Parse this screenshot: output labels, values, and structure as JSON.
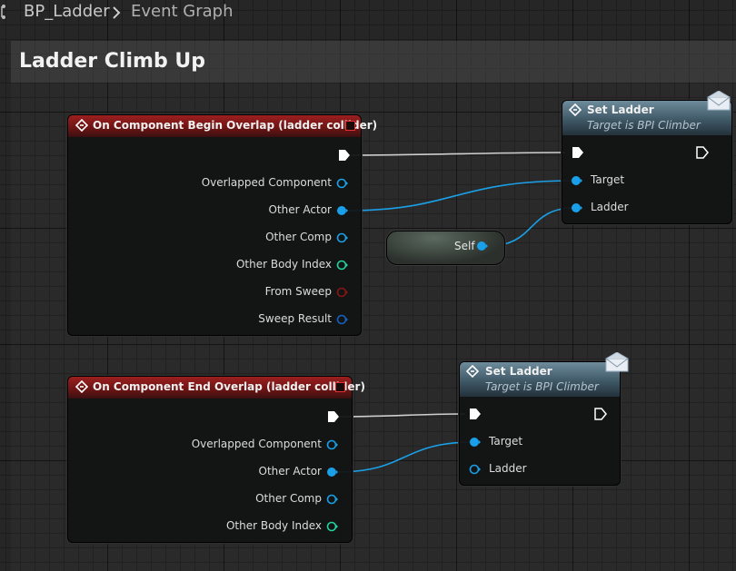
{
  "breadcrumb": {
    "blueprint": "BP_Ladder",
    "graph": "Event Graph"
  },
  "comment": {
    "title": "Ladder Climb Up"
  },
  "event_begin": {
    "title": "On Component Begin Overlap (ladder collider)",
    "pins": [
      "Overlapped Component",
      "Other Actor",
      "Other Comp",
      "Other Body Index",
      "From Sweep",
      "Sweep Result"
    ]
  },
  "set_ladder_1": {
    "title": "Set Ladder",
    "subtitle": "Target is BPI Climber",
    "target": "Target",
    "ladder": "Ladder"
  },
  "self_node": {
    "label": "Self"
  },
  "event_end": {
    "title": "On Component End Overlap (ladder collider)",
    "pins": [
      "Overlapped Component",
      "Other Actor",
      "Other Comp",
      "Other Body Index"
    ]
  },
  "set_ladder_2": {
    "title": "Set Ladder",
    "subtitle": "Target is BPI Climber",
    "target": "Target",
    "ladder": "Ladder"
  },
  "colors": {
    "object_pin": "#1aa0e8",
    "int_pin": "#22d3a0",
    "bool_pin": "#8a1414",
    "struct_pin": "#1660c0",
    "exec": "#ffffff",
    "event_header": "#9b1f1f",
    "function_header": "#4e6a78"
  },
  "icons": {
    "event": "event-diamond-icon",
    "function": "function-icon",
    "message": "envelope-icon"
  }
}
